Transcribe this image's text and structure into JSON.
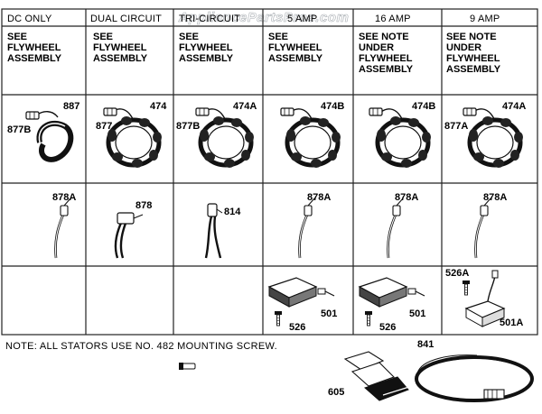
{
  "watermark": "AppliancePartsPros.com",
  "columns": [
    {
      "header": "DC ONLY"
    },
    {
      "header": "DUAL CIRCUIT"
    },
    {
      "header": "TRI-CIRCUIT"
    },
    {
      "header": "5 AMP"
    },
    {
      "header": "16 AMP"
    },
    {
      "header": "9 AMP"
    }
  ],
  "notes_row": [
    [
      "SEE",
      "FLYWHEEL",
      "ASSEMBLY"
    ],
    [
      "SEE",
      "FLYWHEEL",
      "ASSEMBLY"
    ],
    [
      "SEE",
      "FLYWHEEL",
      "ASSEMBLY"
    ],
    [
      "SEE",
      "FLYWHEEL",
      "ASSEMBLY"
    ],
    [
      "SEE NOTE",
      "UNDER",
      "FLYWHEEL",
      "ASSEMBLY"
    ],
    [
      "SEE NOTE",
      "UNDER",
      "FLYWHEEL",
      "ASSEMBLY"
    ]
  ],
  "stator_row": [
    {
      "top": "887",
      "side": "877B"
    },
    {
      "top": "474",
      "side": "877"
    },
    {
      "top": "474A",
      "side": "877B"
    },
    {
      "top": "474B",
      "side": ""
    },
    {
      "top": "474B",
      "side": ""
    },
    {
      "top": "474A",
      "side": "877A"
    }
  ],
  "lead_row": [
    "878A",
    "878",
    "814",
    "878A",
    "878A",
    "878A"
  ],
  "regulator_row": [
    {
      "labels": []
    },
    {
      "labels": []
    },
    {
      "labels": []
    },
    {
      "labels": [
        "501",
        "526"
      ]
    },
    {
      "labels": [
        "501",
        "526"
      ]
    },
    {
      "labels": [
        "526A",
        "501A"
      ]
    }
  ],
  "footer": {
    "note": "NOTE: ALL STATORS USE NO. 482 MOUNTING SCREW.",
    "part_605": "605",
    "part_841": "841"
  }
}
